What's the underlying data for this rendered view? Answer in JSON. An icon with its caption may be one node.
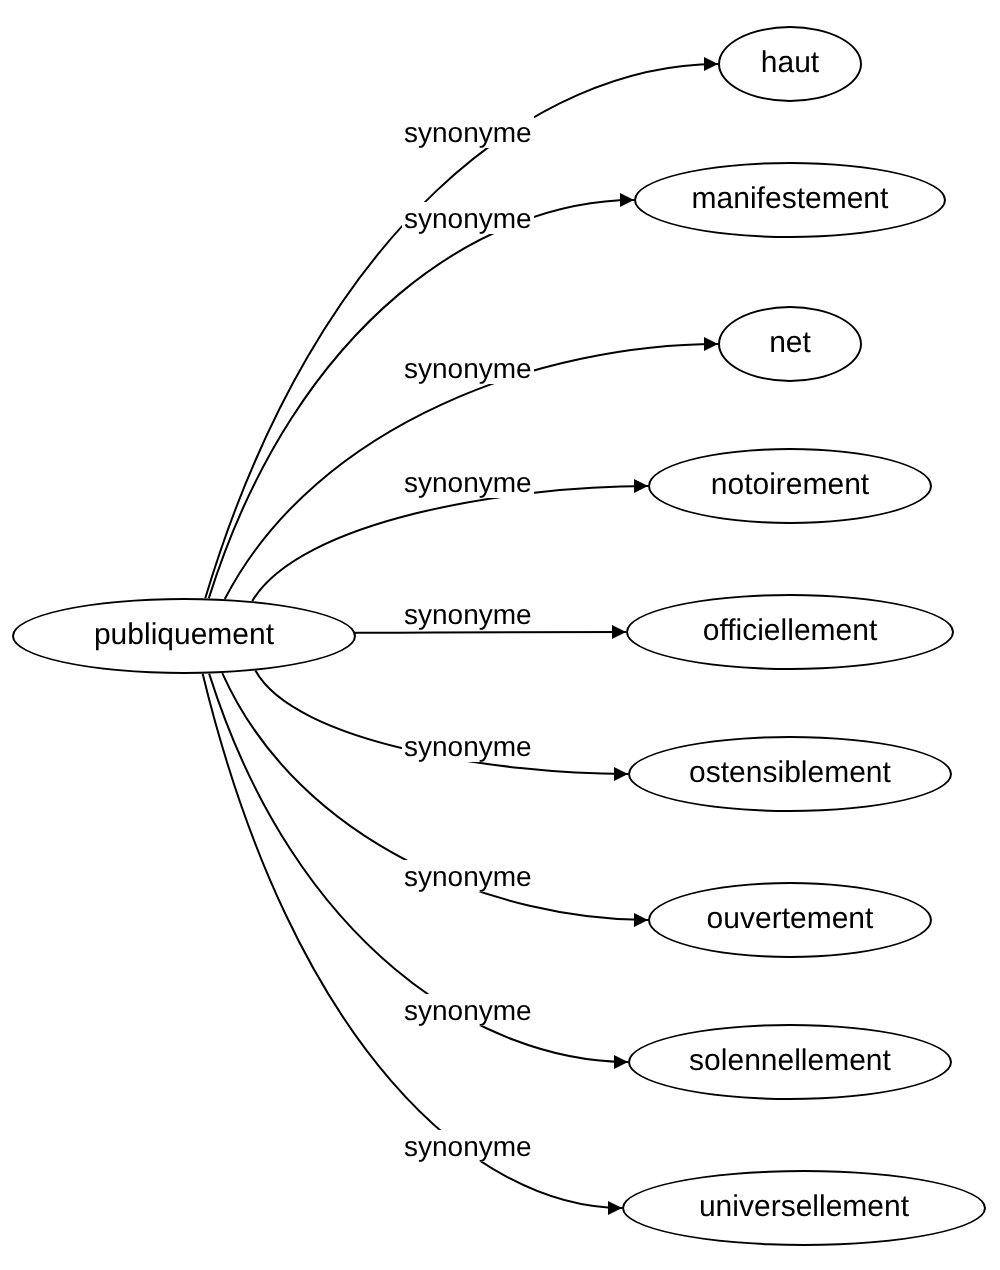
{
  "diagram": {
    "nodes": [
      {
        "text": [
          "publiquement"
        ]
      },
      {
        "text": [
          "haut"
        ]
      },
      {
        "text": [
          "manifestement"
        ]
      },
      {
        "text": [
          "net"
        ]
      },
      {
        "text": [
          "notoirement"
        ]
      },
      {
        "text": [
          "officiellement"
        ]
      },
      {
        "text": [
          "ostensiblement"
        ]
      },
      {
        "text": [
          "ouvertement"
        ]
      },
      {
        "text": [
          "solennellement"
        ]
      },
      {
        "text": [
          "universellement"
        ]
      }
    ],
    "edges": [
      {
        "from": 0,
        "to": 1,
        "arrow": "to",
        "label": "synonyme"
      },
      {
        "from": 0,
        "to": 2,
        "arrow": "to",
        "label": "synonyme"
      },
      {
        "from": 0,
        "to": 3,
        "arrow": "to",
        "label": "synonyme"
      },
      {
        "from": 0,
        "to": 4,
        "arrow": "to",
        "label": "synonyme"
      },
      {
        "from": 0,
        "to": 5,
        "arrow": "to",
        "label": "synonyme"
      },
      {
        "from": 0,
        "to": 6,
        "arrow": "to",
        "label": "synonyme"
      },
      {
        "from": 0,
        "to": 7,
        "arrow": "to",
        "label": "synonyme"
      },
      {
        "from": 0,
        "to": 8,
        "arrow": "to",
        "label": "synonyme"
      },
      {
        "from": 0,
        "to": 9,
        "arrow": "to",
        "label": "synonyme"
      }
    ]
  }
}
